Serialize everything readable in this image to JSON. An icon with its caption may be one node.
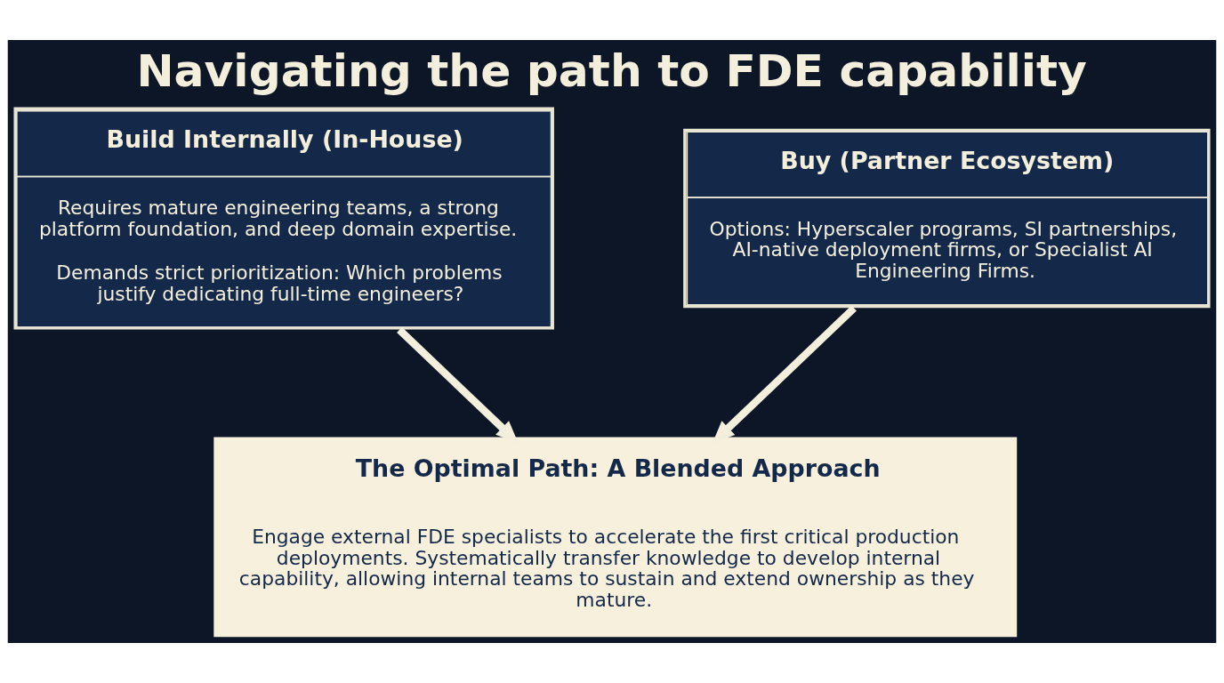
{
  "diagram": {
    "title": "Navigating the path to FDE capability",
    "nodes": [
      {
        "text": [
          "Build Internally (In-House)",
          "Requires mature engineering teams, a strong platform foundation, and deep domain expertise.",
          "Demands strict prioritization: Which problems justify dedicating full-time engineers?"
        ]
      },
      {
        "text": [
          "Buy (Partner Ecosystem)",
          "Options: Hyperscaler programs, SI partnerships, AI-native deployment firms, or Specialist AI Engineering Firms."
        ]
      },
      {
        "text": [
          "The Optimal Path: A Blended Approach",
          "Engage external FDE specialists to accelerate the first critical production deployments. Systematically transfer knowledge to develop internal capability, allowing internal teams to sustain and extend ownership as they mature."
        ]
      }
    ],
    "edges": [
      {
        "from": 0,
        "to": 2,
        "arrow": "to"
      },
      {
        "from": 1,
        "to": 2,
        "arrow": "to"
      }
    ]
  }
}
